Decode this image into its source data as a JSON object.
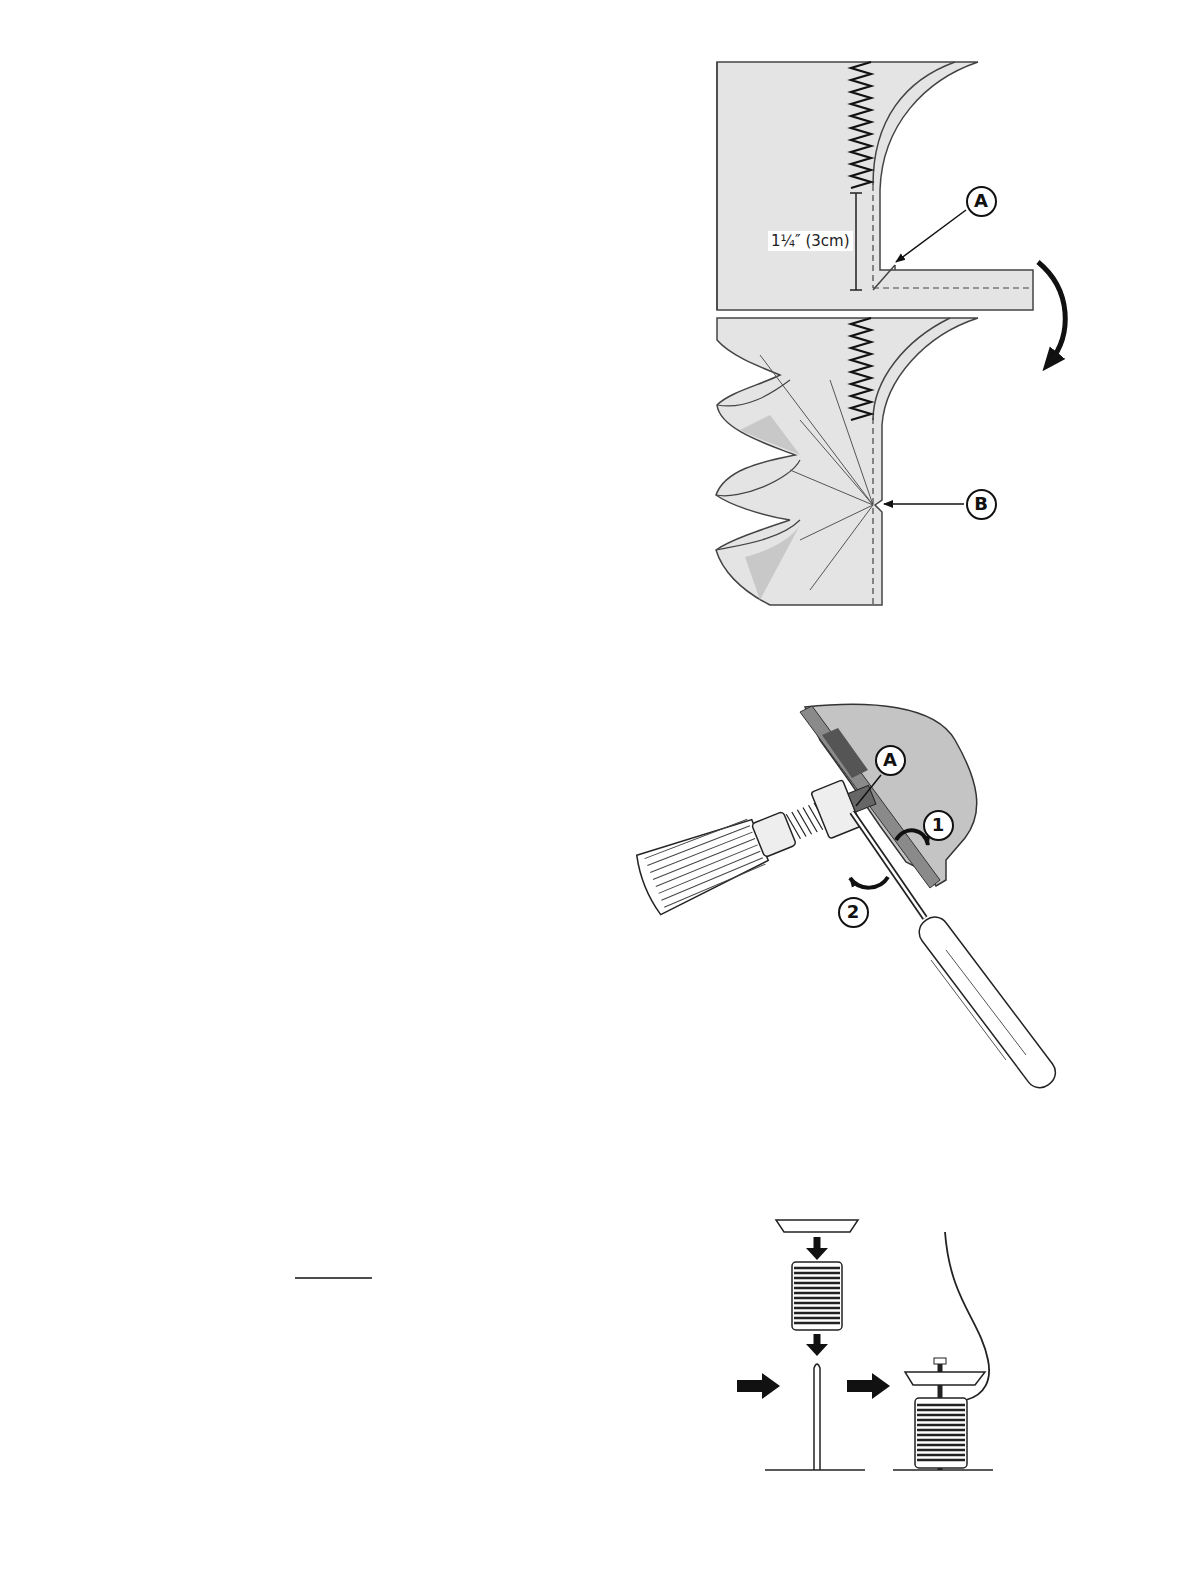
{
  "diagram": {
    "nodes": [
      {
        "text": [
          "A"
        ]
      },
      {
        "text": [
          "B"
        ]
      },
      {
        "text": [
          "A"
        ]
      },
      {
        "text": [
          "1"
        ]
      },
      {
        "text": [
          "2"
        ]
      }
    ],
    "labels": [
      "1¼″ (3cm)"
    ]
  }
}
